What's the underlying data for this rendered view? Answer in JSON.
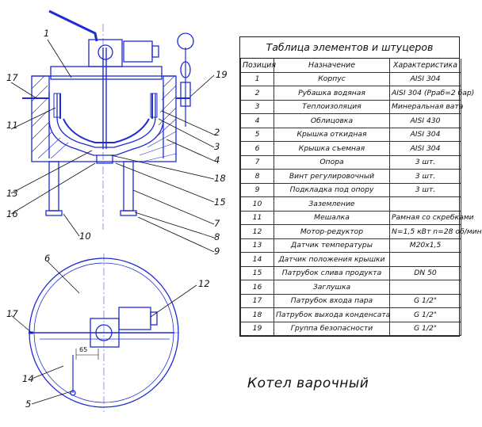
{
  "drawing": {
    "title": "Котел варочный",
    "dimension_label": "65",
    "callouts_top": [
      "1",
      "17",
      "19",
      "11",
      "2",
      "3",
      "4",
      "18",
      "15",
      "13",
      "16",
      "7",
      "8",
      "9",
      "10"
    ],
    "callouts_bottom": [
      "6",
      "12",
      "17",
      "14",
      "5"
    ]
  },
  "table": {
    "title": "Таблица элементов и штуцеров",
    "headers": [
      "Позиция",
      "Назначение",
      "Характеристика"
    ],
    "rows": [
      {
        "pos": "1",
        "name": "Корпус",
        "spec": "AISI 304"
      },
      {
        "pos": "2",
        "name": "Рубашка водяная",
        "spec": "AISI 304 (Pраб=2 бар)"
      },
      {
        "pos": "3",
        "name": "Теплоизоляция",
        "spec": "Минеральная вата"
      },
      {
        "pos": "4",
        "name": "Облицовка",
        "spec": "AISI 430"
      },
      {
        "pos": "5",
        "name": "Крышка откидная",
        "spec": "AISI 304"
      },
      {
        "pos": "6",
        "name": "Крышка съемная",
        "spec": "AISI 304"
      },
      {
        "pos": "7",
        "name": "Опора",
        "spec": "3 шт."
      },
      {
        "pos": "8",
        "name": "Винт регулировочный",
        "spec": "3 шт."
      },
      {
        "pos": "9",
        "name": "Подкладка под опору",
        "spec": "3 шт."
      },
      {
        "pos": "10",
        "name": "Заземление",
        "spec": ""
      },
      {
        "pos": "11",
        "name": "Мешалка",
        "spec": "Рамная со скребками"
      },
      {
        "pos": "12",
        "name": "Мотор-редуктор",
        "spec": "N=1,5 кВт n=28 об/мин"
      },
      {
        "pos": "13",
        "name": "Датчик температуры",
        "spec": "M20x1,5"
      },
      {
        "pos": "14",
        "name": "Датчик положения крышки",
        "spec": ""
      },
      {
        "pos": "15",
        "name": "Патрубок слива продукта",
        "spec": "DN 50"
      },
      {
        "pos": "16",
        "name": "Заглушка",
        "spec": ""
      },
      {
        "pos": "17",
        "name": "Патрубок входа пара",
        "spec": "G 1/2\""
      },
      {
        "pos": "18",
        "name": "Патрубок выхода конденсата",
        "spec": "G 1/2\""
      },
      {
        "pos": "19",
        "name": "Группа безопасности",
        "spec": "G 1/2\""
      }
    ]
  },
  "colors": {
    "line_blue": "#1f2bd6",
    "ink": "#111111",
    "table_border": "#1a1a1a"
  }
}
